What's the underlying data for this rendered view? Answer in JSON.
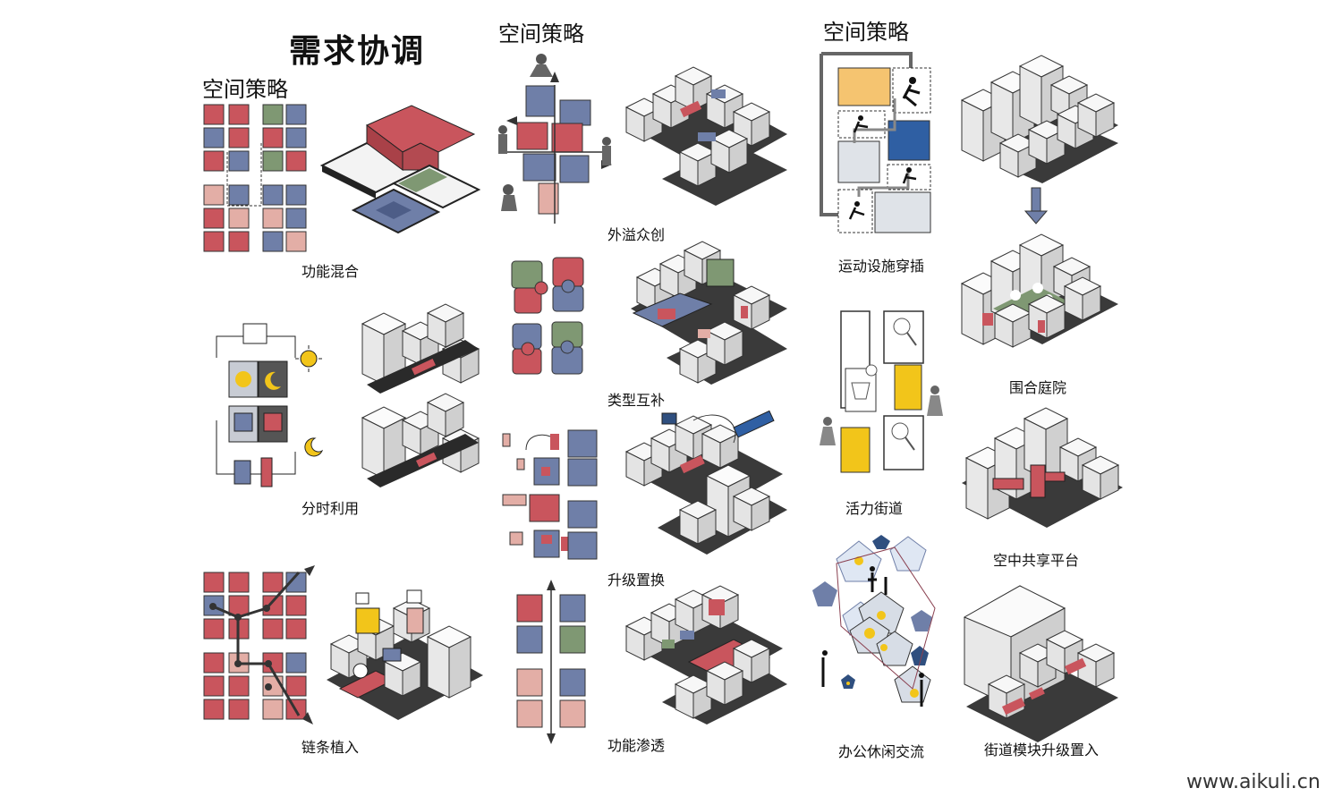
{
  "titles": {
    "main": "需求协调",
    "col1": "空间策略",
    "col2": "空间策略",
    "col3": "空间策略"
  },
  "captions": {
    "c1": "功能混合",
    "c2": "分时利用",
    "c3": "链条植入",
    "c4": "外溢众创",
    "c5": "类型互补",
    "c6": "升级置换",
    "c7": "功能渗透",
    "c8": "运动设施穿插",
    "c9": "活力街道",
    "c10": "办公休闲交流",
    "c11": "围合庭院",
    "c12": "空中共享平台",
    "c13": "街道模块升级置入"
  },
  "watermark": "www.aikuli.cn",
  "colors": {
    "red": "#c9555d",
    "blue": "#6f7fa8",
    "pink": "#e3aea6",
    "green": "#7f9873",
    "yellow": "#f2c51a",
    "orange": "#f5c470",
    "darkblue": "#2f5fa3",
    "gray": "#555555"
  }
}
